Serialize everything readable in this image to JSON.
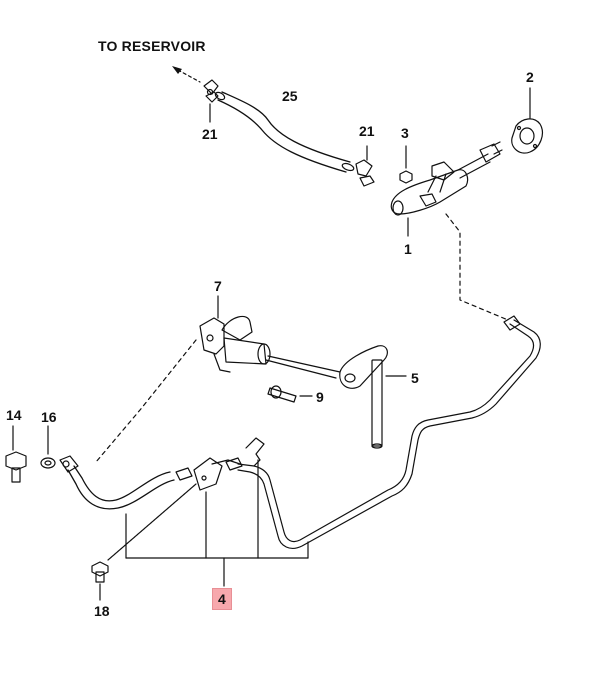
{
  "diagram": {
    "title": "TO RESERVOIR",
    "highlight_color": "#f7a8ad",
    "line_color": "#111111",
    "callouts": [
      {
        "id": "25",
        "text": "25"
      },
      {
        "id": "2",
        "text": "2"
      },
      {
        "id": "21a",
        "text": "21"
      },
      {
        "id": "21b",
        "text": "21"
      },
      {
        "id": "3",
        "text": "3"
      },
      {
        "id": "1",
        "text": "1"
      },
      {
        "id": "7",
        "text": "7"
      },
      {
        "id": "5",
        "text": "5"
      },
      {
        "id": "9",
        "text": "9"
      },
      {
        "id": "14",
        "text": "14"
      },
      {
        "id": "16",
        "text": "16"
      },
      {
        "id": "18",
        "text": "18"
      },
      {
        "id": "4",
        "text": "4",
        "highlighted": true
      }
    ]
  }
}
